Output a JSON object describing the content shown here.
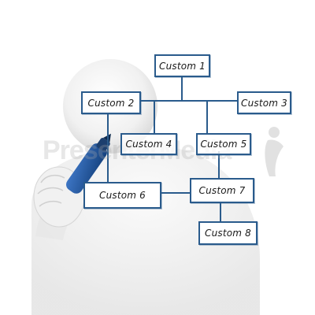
{
  "diagram": {
    "boxes": {
      "custom1": "Custom 1",
      "custom2": "Custom 2",
      "custom3": "Custom 3",
      "custom4": "Custom 4",
      "custom5": "Custom 5",
      "custom6": "Custom 6",
      "custom7": "Custom 7",
      "custom8": "Custom 8"
    },
    "watermark": "PresenterMedia",
    "colors": {
      "box_border": "#2a5b8c",
      "connector": "#2a5b8c",
      "marker": "#1f4f9a",
      "figure": "#eeeeee"
    }
  }
}
